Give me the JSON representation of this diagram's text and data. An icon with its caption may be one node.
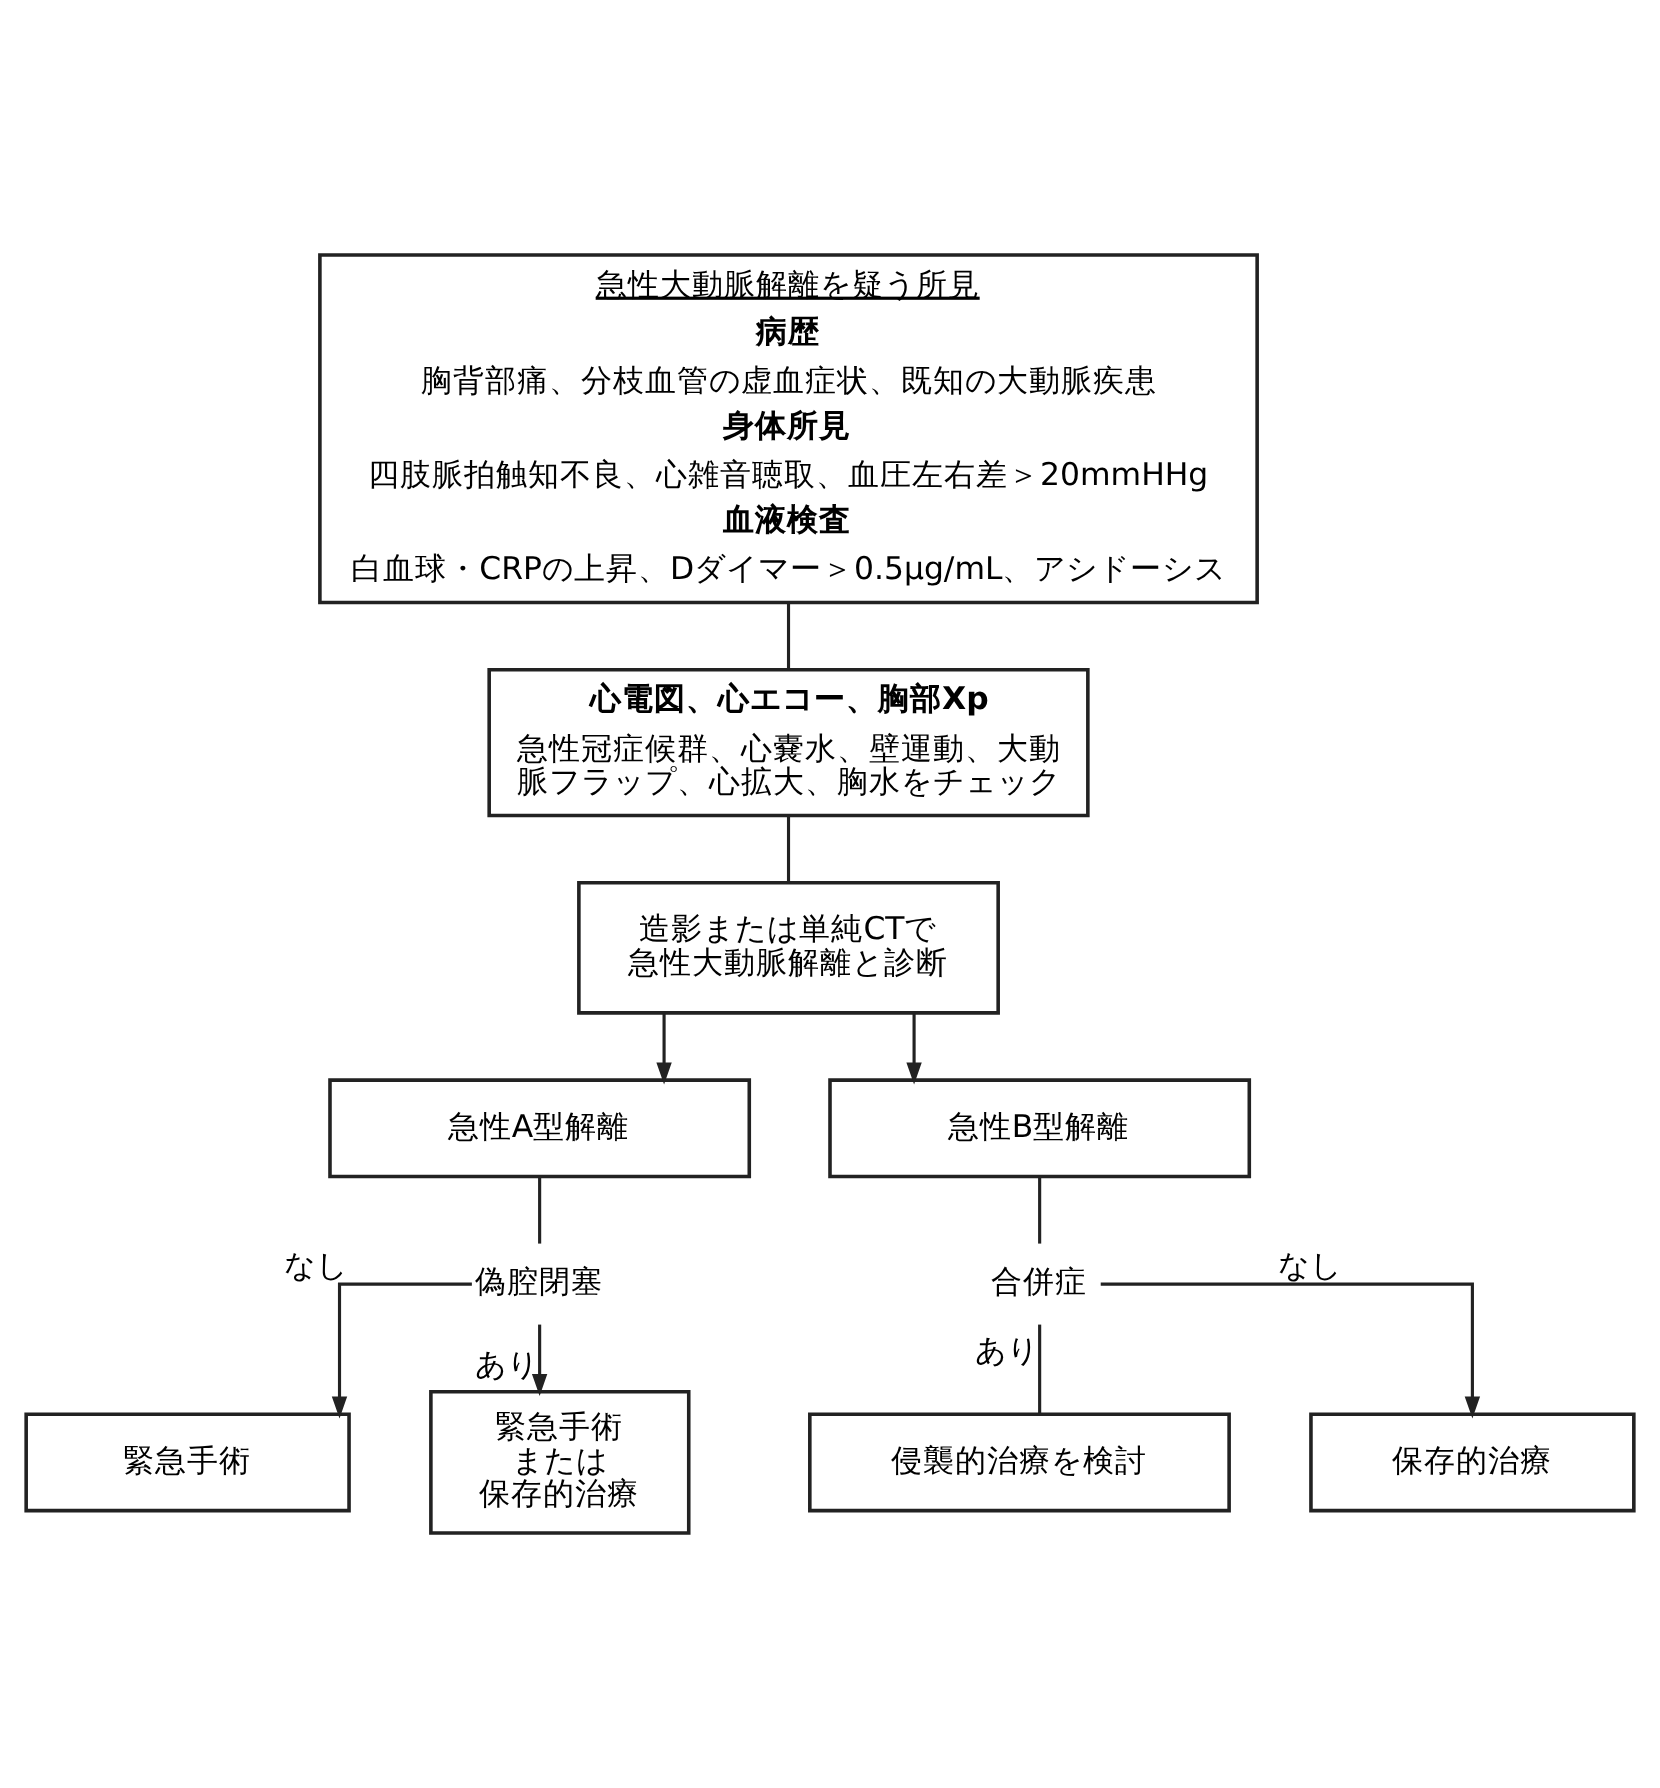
{
  "diagram": {
    "nodes": [
      {
        "text": [
          "急性大動脈解離を疑う所見",
          "病歴",
          "胸背部痛、分枝血管の虚血症状、既知の大動脈疾患",
          "身体所見",
          "四肢脈拍触知不良、心雑音聴取、血圧左右差＞20mmHHg",
          "血液検査",
          "白血球・CRPの上昇、Dダイマー＞0.5μg/mL、アシドーシス"
        ]
      },
      {
        "text": [
          "心電図、心エコー、胸部Xp",
          "急性冠症候群、心嚢水、壁運動、大動脈フラップ、心拡大、胸水をチェック"
        ]
      },
      {
        "text": [
          "造影または単純CTで急性大動脈解離と診断"
        ]
      },
      {
        "text": [
          "急性A型解離"
        ]
      },
      {
        "text": [
          "急性B型解離"
        ]
      },
      {
        "text": [
          "偽腔閉塞"
        ]
      },
      {
        "text": [
          "合併症"
        ]
      },
      {
        "text": [
          "緊急手術"
        ]
      },
      {
        "text": [
          "緊急手術または保存的治療"
        ]
      },
      {
        "text": [
          "侵襲的治療を検討"
        ]
      },
      {
        "text": [
          "保存的治療"
        ]
      }
    ],
    "edges": [
      {
        "from": 0,
        "to": 1,
        "arrow": "none"
      },
      {
        "from": 1,
        "to": 2,
        "arrow": "none"
      },
      {
        "from": 2,
        "to": 3,
        "arrow": "to"
      },
      {
        "from": 2,
        "to": 4,
        "arrow": "to"
      },
      {
        "from": 3,
        "to": 5,
        "arrow": "none"
      },
      {
        "from": 4,
        "to": 6,
        "arrow": "none"
      },
      {
        "from": 5,
        "to": 7,
        "arrow": "to",
        "label": "なし"
      },
      {
        "from": 5,
        "to": 8,
        "arrow": "to",
        "label": "あり"
      },
      {
        "from": 6,
        "to": 9,
        "arrow": "none",
        "label": "あり"
      },
      {
        "from": 6,
        "to": 10,
        "arrow": "to",
        "label": "なし"
      }
    ]
  }
}
